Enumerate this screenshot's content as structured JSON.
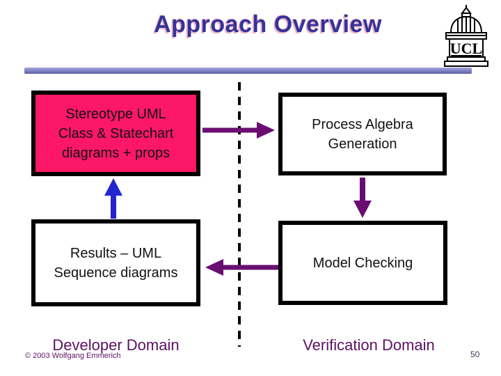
{
  "slide": {
    "title": "Approach Overview",
    "page_number": "50",
    "copyright": "© 2003 Wolfgang Emmerich"
  },
  "logo": {
    "text": "UCL"
  },
  "diagram": {
    "boxes": [
      {
        "id": "stereotype-uml",
        "lines": [
          "Stereotype UML",
          "Class & Statechart",
          "diagrams + props"
        ]
      },
      {
        "id": "process-algebra",
        "lines": [
          "Process Algebra",
          "Generation"
        ]
      },
      {
        "id": "results-uml",
        "lines": [
          "Results – UML",
          "Sequence diagrams"
        ]
      },
      {
        "id": "model-checking",
        "lines": [
          "Model Checking"
        ]
      }
    ],
    "arrows": [
      {
        "id": "stereotype-to-process",
        "direction": "right"
      },
      {
        "id": "process-to-model",
        "direction": "down"
      },
      {
        "id": "model-to-results",
        "direction": "left"
      },
      {
        "id": "results-to-stereotype",
        "direction": "up"
      }
    ],
    "labels": {
      "developer": "Developer Domain",
      "verification": "Verification Domain"
    }
  },
  "colors": {
    "title": "#333399",
    "title_shadow": "#f2b4c8",
    "accent_bar_light": "#a3a7dc",
    "accent_bar_dark": "#5c5ea0",
    "box_border": "#000000",
    "stereotype_box_fill": "#fc1767",
    "white_box_fill": "#ffffff",
    "arrow_purple": "#6a0d72",
    "arrow_blue": "#2525cf",
    "domain_label": "#5c1163",
    "dashed_divider": "#000000",
    "page_number": "#3c3c58"
  }
}
